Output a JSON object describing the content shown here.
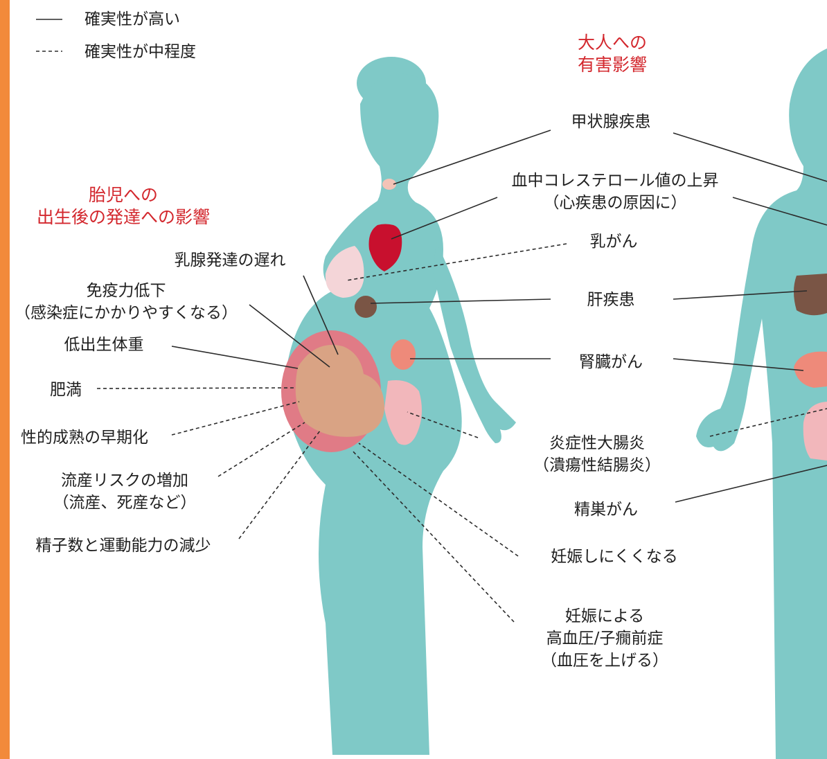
{
  "legend": {
    "high_certainty": "確実性が高い",
    "moderate_certainty": "確実性が中程度"
  },
  "headings": {
    "adult_line1": "大人への",
    "adult_line2": "有害影響",
    "fetus_line1": "胎児への",
    "fetus_line2": "出生後の発達への影響"
  },
  "adult_effects": {
    "thyroid": "甲状腺疾患",
    "cholesterol_line1": "血中コレステロール値の上昇",
    "cholesterol_line2": "（心疾患の原因に）",
    "breast_cancer": "乳がん",
    "liver": "肝疾患",
    "kidney": "腎臓がん",
    "colitis_line1": "炎症性大腸炎",
    "colitis_line2": "（潰瘍性結腸炎）",
    "testicular": "精巣がん",
    "fertility": "妊娠しにくくなる",
    "preeclampsia_line1": "妊娠による",
    "preeclampsia_line2": "高血圧/子癇前症",
    "preeclampsia_line3": "（血圧を上げる）"
  },
  "fetal_effects": {
    "mammary": "乳腺発達の遅れ",
    "immunity_line1": "免疫力低下",
    "immunity_line2": "（感染症にかかりやすくなる）",
    "low_birth_weight": "低出生体重",
    "obesity": "肥満",
    "early_puberty": "性的成熟の早期化",
    "miscarriage_line1": "流産リスクの増加",
    "miscarriage_line2": "（流産、死産など）",
    "sperm": "精子数と運動能力の減少"
  },
  "colors": {
    "accent_bar": "#F28A3B",
    "body": "#7FC9C7",
    "heading_red": "#d3272d",
    "heart": "#c8102e",
    "liver": "#7a5545",
    "kidney": "#ee8a7a",
    "womb": "#e07b86",
    "fetus": "#d9a384"
  }
}
